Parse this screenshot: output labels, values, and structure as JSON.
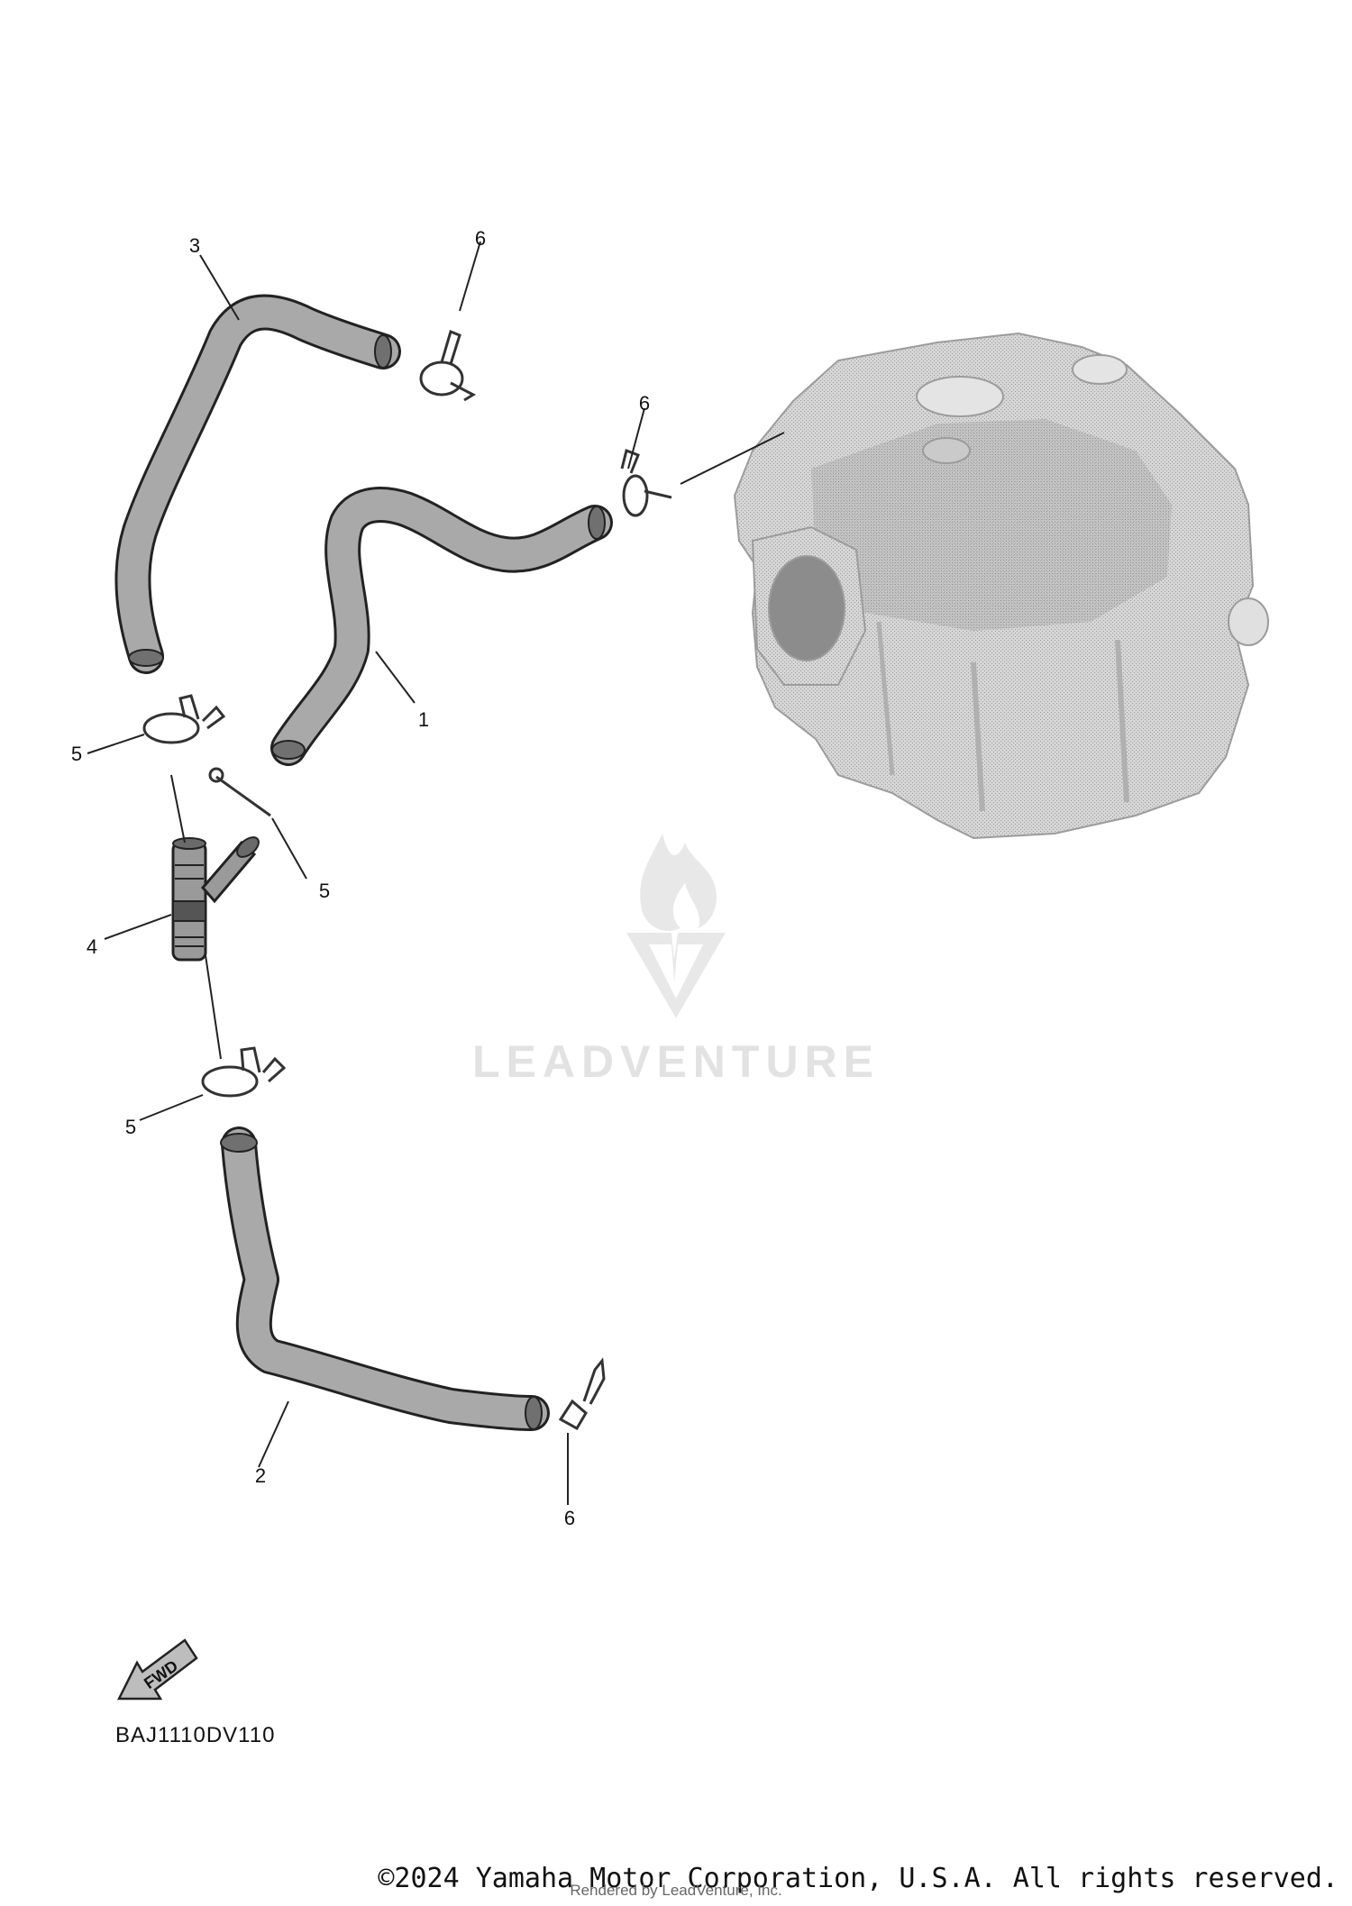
{
  "diagram": {
    "callouts": [
      "3",
      "6",
      "6",
      "1",
      "5",
      "5",
      "4",
      "5",
      "2",
      "6"
    ],
    "watermark": "LEADVENTURE",
    "fwd_label": "FWD",
    "diagram_code": "BAJ1110DV110",
    "copyright": "©2024 Yamaha Motor Corporation, U.S.A. All rights reserved.",
    "rendered_by": "Rendered by LeadVenture, Inc."
  },
  "colors": {
    "hose_fill": "#a9a9a9",
    "engine_fill": "#d3d3d3",
    "watermark": "#e2e2e2"
  }
}
